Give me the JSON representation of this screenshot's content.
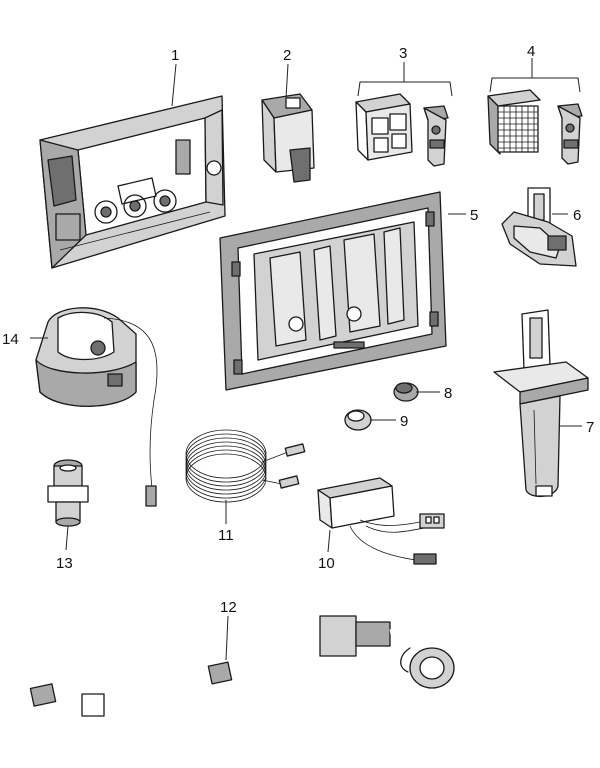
{
  "diagram": {
    "part_numbers": [
      "1",
      "2",
      "3",
      "4",
      "5",
      "6",
      "7",
      "8",
      "9",
      "10",
      "11",
      "12",
      "13",
      "14"
    ]
  }
}
